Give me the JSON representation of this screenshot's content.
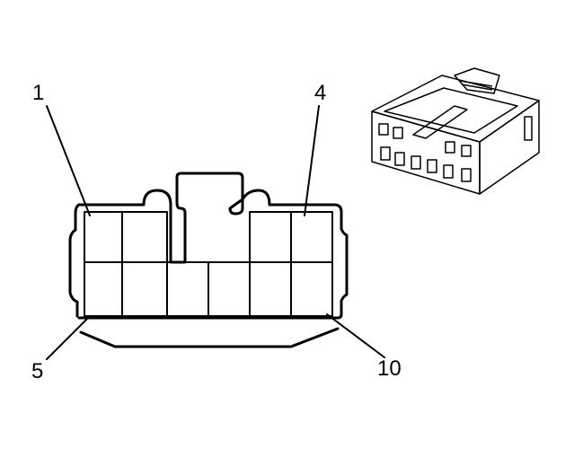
{
  "pin_labels": {
    "pin1": "1",
    "pin4": "4",
    "pin5": "5",
    "pin10": "10"
  }
}
